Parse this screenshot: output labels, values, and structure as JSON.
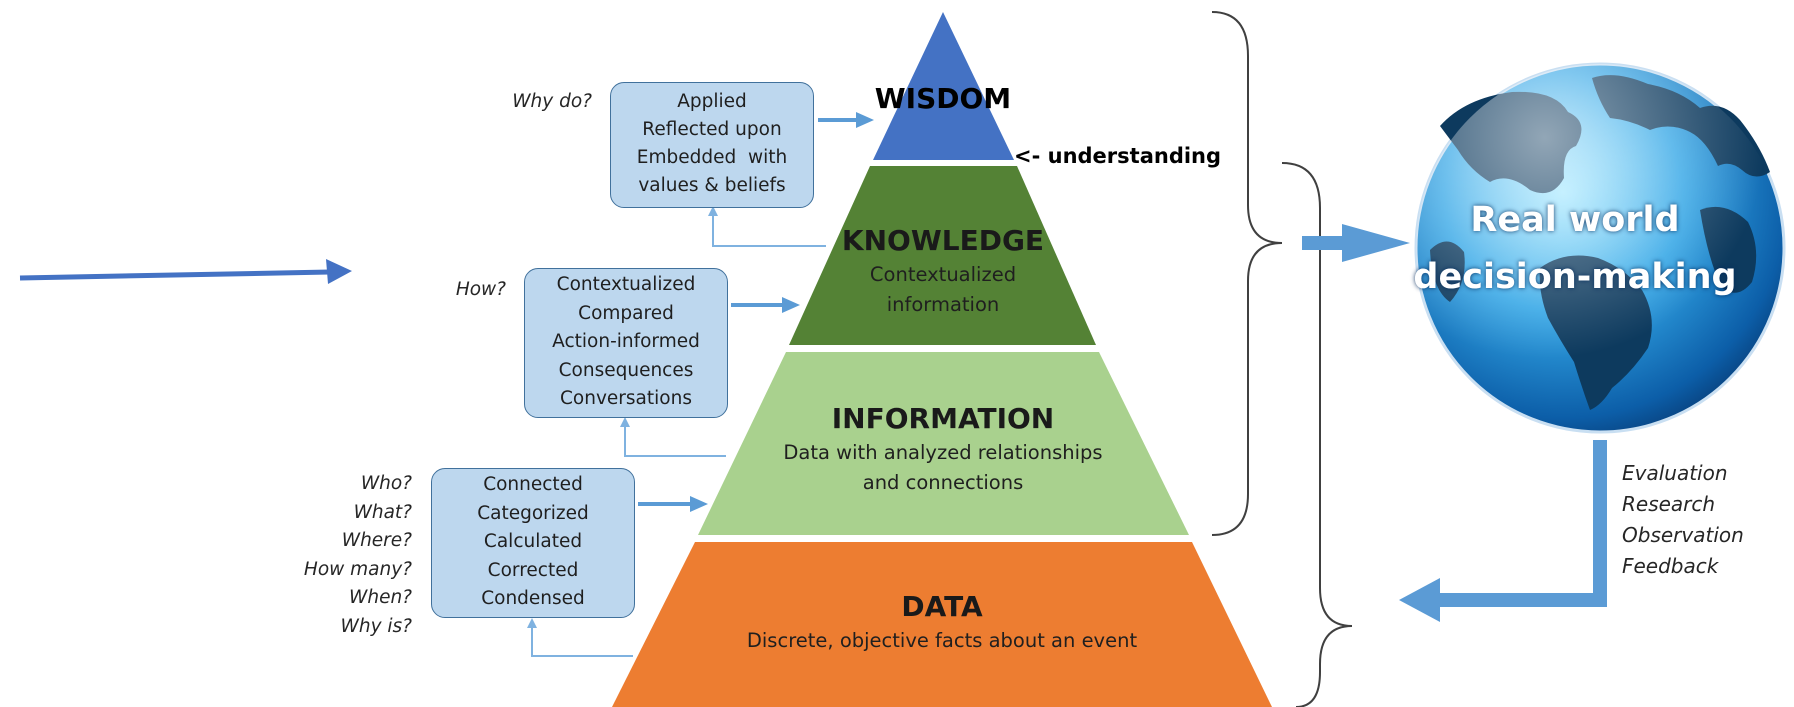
{
  "pyramid": {
    "wisdom": {
      "title": "WISDOM",
      "color": "#4472c4"
    },
    "knowledge": {
      "title": "KNOWLEDGE",
      "desc": [
        "Contextualized",
        "information"
      ],
      "color": "#548235"
    },
    "information": {
      "title": "INFORMATION",
      "desc": [
        "Data with analyzed relationships",
        "and connections"
      ],
      "color": "#a9d18e"
    },
    "data": {
      "title": "DATA",
      "desc": [
        "Discrete, objective facts about an event"
      ],
      "color": "#ed7d31"
    }
  },
  "boxes": {
    "wisdom": {
      "question": [
        "Why do?"
      ],
      "lines": [
        "Applied",
        "Reflected upon",
        "Embedded  with",
        "values & beliefs"
      ]
    },
    "knowledge": {
      "question": [
        "How?"
      ],
      "lines": [
        "Contextualized",
        "Compared",
        "Action-informed",
        "Consequences",
        "Conversations"
      ]
    },
    "information": {
      "question": [
        "Who?",
        "What?",
        "Where?",
        "How many?",
        "When?",
        "Why is?"
      ],
      "lines": [
        "Connected",
        "Categorized",
        "Calculated",
        "Corrected",
        "Condensed"
      ]
    }
  },
  "understanding_label": "<- understanding",
  "globe": {
    "lines": [
      "Real world",
      "decision-making"
    ]
  },
  "feedback": [
    "Evaluation",
    "Research",
    "Observation",
    "Feedback"
  ],
  "colors": {
    "arrow": "#5b9bd5",
    "left_arrow": "#4472c4",
    "box_fill": "#bdd7ee",
    "box_border": "#41719c"
  }
}
